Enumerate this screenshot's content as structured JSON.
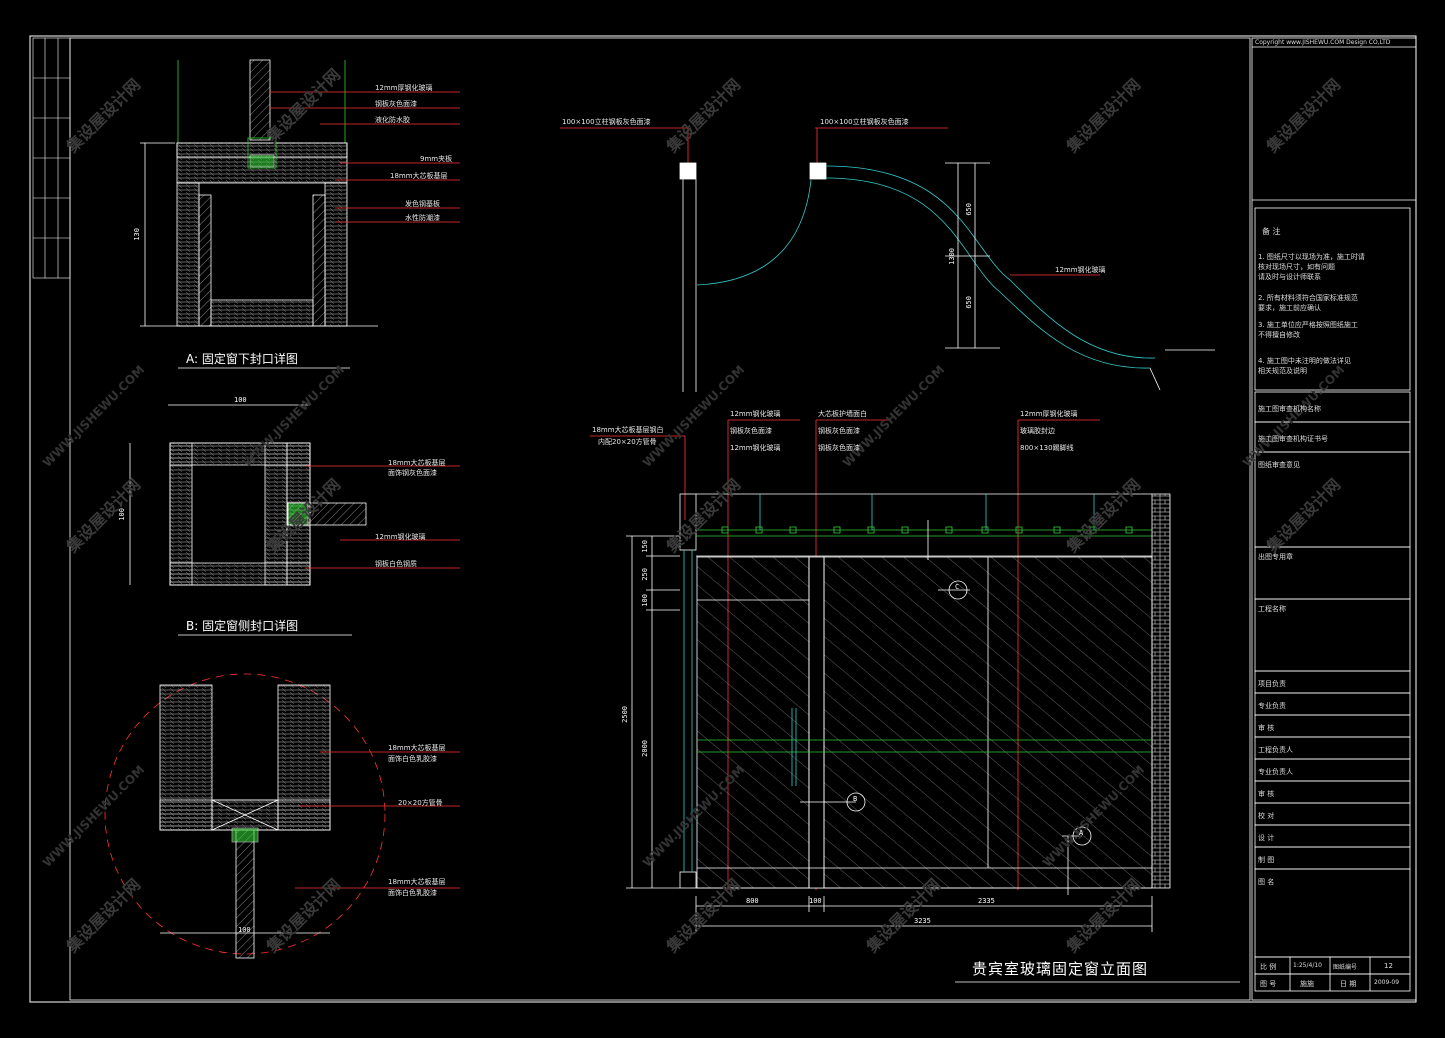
{
  "watermarks": {
    "cn": "集设屋设计网",
    "en": "WWW.JISHEWU.COM"
  },
  "detail_a": {
    "title": "A: 固定窗下封口详图",
    "labels": [
      "12mm厚钢化玻璃",
      "钢板灰色面漆",
      "液化防水胶",
      "9mm夹板",
      "18mm大芯板基层",
      "发色钢基板",
      "水性防潮漆"
    ],
    "dim_height": "130"
  },
  "detail_b": {
    "title": "B: 固定窗侧封口详图",
    "labels": [
      "18mm大芯板基层",
      "面饰钢灰色面漆",
      "12mm钢化玻璃",
      "钢板白色钢质"
    ],
    "dim_width": "100",
    "dim_height": "100"
  },
  "detail_c": {
    "labels": [
      "18mm大芯板基层",
      "面饰白色乳胶漆",
      "20×20方管骨",
      "18mm大芯板基层",
      "面饰白色乳胶漆"
    ],
    "dim_width": "100"
  },
  "plan": {
    "labels": [
      "100×100立柱钢板灰色面漆",
      "100×100立柱钢板灰色面漆",
      "12mm钢化玻璃"
    ],
    "dim_top": "650",
    "dim_total": "1300",
    "dim_bottom": "650"
  },
  "elevation": {
    "title": "贵宾室玻璃固定窗立面图",
    "left_labels": [
      "18mm大芯板基层钢白",
      "内配20×20方管骨"
    ],
    "mid_labels": [
      "12mm钢化玻璃",
      "钢板灰色面漆",
      "12mm钢化玻璃"
    ],
    "center_labels": [
      "大芯板护墙面白",
      "钢板灰色面漆",
      "钢板灰色面漆"
    ],
    "right_labels": [
      "12mm厚钢化玻璃",
      "玻璃胶封边",
      "800×130踢脚线"
    ],
    "dims_left": [
      "150",
      "250",
      "100",
      "2000",
      "2500"
    ],
    "dims_bottom": [
      "800",
      "100",
      "2335",
      "3235"
    ],
    "callouts": [
      "C",
      "B",
      "A"
    ]
  },
  "title_block": {
    "copyright": "Copyright www.JISHEWU.COM Design CO,LTD",
    "notes_title": "备 注",
    "notes": [
      "1. 图纸尺寸以现场为准，施工时请",
      "   核对现场尺寸，如有问题",
      "   请及时与设计师联系",
      "2. 所有材料须符合国家标准规范",
      "   要求，施工前应确认",
      "3. 施工单位应严格按照图纸施工",
      "   不得擅自修改",
      "4. 施工图中未注明的做法详见",
      "   相关规范及说明"
    ],
    "rows": [
      "施工图审查机构名称",
      "施工图审查机构证书号",
      "图纸审查意见",
      "出图专用章",
      "工程名称",
      "项目负责",
      "专业负责",
      "审 核",
      "工程负责人",
      "专业负责人",
      "审 核",
      "校 对",
      "设 计",
      "制 图",
      "图 名"
    ],
    "footer": {
      "scale_label": "比 例",
      "scale_value": "1:25/4/10",
      "drawing_no_label": "图纸编号",
      "drawing_no_value": "12",
      "date_label": "日 期",
      "date_value": "2009-09",
      "sheet_label": "图 号",
      "sheet_value": "施施"
    }
  }
}
